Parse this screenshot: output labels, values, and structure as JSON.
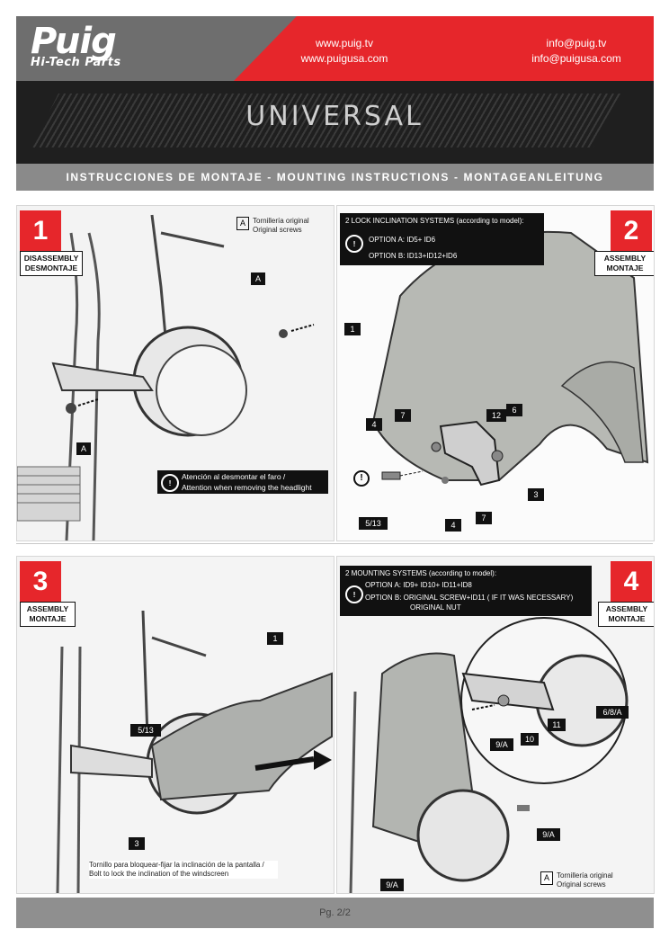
{
  "header": {
    "brand": "Puig",
    "brand_sub": "Hi-Tech Parts",
    "web_1": "www.puig.tv",
    "web_2": "www.puigusa.com",
    "mail_1": "info@puig.tv",
    "mail_2": "info@puigusa.com",
    "title": "UNIVERSAL",
    "instructions": "INSTRUCCIONES DE MONTAJE - MOUNTING INSTRUCTIONS - MONTAGEANLEITUNG"
  },
  "step1": {
    "number": "1",
    "label_line1": "DISASSEMBLY",
    "label_line2": "DESMONTAJE",
    "legend_key": "A",
    "legend_line1": "Tornillería original",
    "legend_line2": "Original screws",
    "tag_a1": "A",
    "tag_a2": "A",
    "warning_icon": "!",
    "warning_line1": "Atención al desmontar el faro /",
    "warning_line2": "Attention when removing the headlight"
  },
  "step2": {
    "number": "2",
    "label_line1": "ASSEMBLY",
    "label_line2": "MONTAJE",
    "systems_title": "2 LOCK INCLINATION SYSTEMS (according to model):",
    "warning_icon": "!",
    "option_a": "OPTION A: ID5+ ID6",
    "option_b": "OPTION B: ID13+ID12+ID6",
    "tags": [
      "1",
      "7",
      "4",
      "12",
      "6",
      "5/13",
      "4",
      "7",
      "3"
    ],
    "free_warning_icon": "!"
  },
  "step3": {
    "number": "3",
    "label_line1": "ASSEMBLY",
    "label_line2": "MONTAJE",
    "tags": [
      "1",
      "5/13",
      "3"
    ],
    "note_line1": "Tornillo para bloquear-fijar la inclinación de la pantalla /",
    "note_line2": "Bolt to lock the inclination of the windscreen"
  },
  "step4": {
    "number": "4",
    "label_line1": "ASSEMBLY",
    "label_line2": "MONTAJE",
    "systems_title": "2 MOUNTING SYSTEMS (according to model):",
    "warning_icon": "!",
    "option_a": "OPTION A: ID9+ ID10+ ID11+ID8",
    "option_b_line1": "OPTION B: ORIGINAL SCREW+ID11 ( IF IT WAS NECESSARY)",
    "option_b_line2": "ORIGINAL NUT",
    "tags": [
      "11",
      "6/8/A",
      "10",
      "9/A",
      "9/A",
      "9/A"
    ],
    "legend_key": "A",
    "legend_line1": "Tornillería original",
    "legend_line2": "Original screws"
  },
  "footer": {
    "page": "Pg. 2/2"
  },
  "colors": {
    "red": "#e6262b",
    "dark": "#1f1f1f",
    "gray": "#8a8a8a"
  }
}
